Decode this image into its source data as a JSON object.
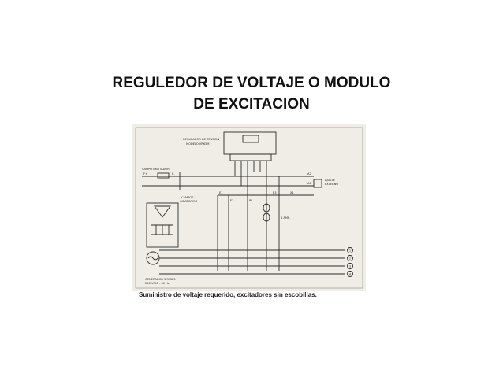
{
  "slide": {
    "title_line1": "REGULEDOR DE VOLTAJE  O  MODULO",
    "title_line2": "DE EXCITACION",
    "caption": "Suministro de voltaje requerido, excitadores sin escobillas."
  },
  "diagram": {
    "regulator_label_1": "REGULADOR DE TENSION",
    "regulator_label_2": "MODELO VR63M",
    "exciter_field_label": "CAMPO EXCITADOR",
    "exciter_field_f_plus": "F+",
    "exciter_field_f_minus": "F-",
    "rotating_field_label_1": "CAMPOS",
    "rotating_field_label_2": "GIRATORIOS",
    "adjust_label_1": "AJUSTE",
    "adjust_label_2": "EXTERNO",
    "terminal_a2": "A2",
    "terminal_a1": "A1",
    "terminal_e1": "E1",
    "terminal_e2": "E2",
    "terminal_e3": "E3",
    "terminal_x1": "X1",
    "terminal_p1": "P1",
    "ct_label": "6 AMP.",
    "generator_label_1": "GENERADOR 3 FASES",
    "generator_label_2": "230 VOLT - 60 Hz",
    "output_terminals": [
      "1",
      "2",
      "3",
      "4"
    ],
    "colors": {
      "paper": "#efede6",
      "paper_shadow": "#d8d5cc",
      "ink": "#2b2b2b"
    }
  }
}
